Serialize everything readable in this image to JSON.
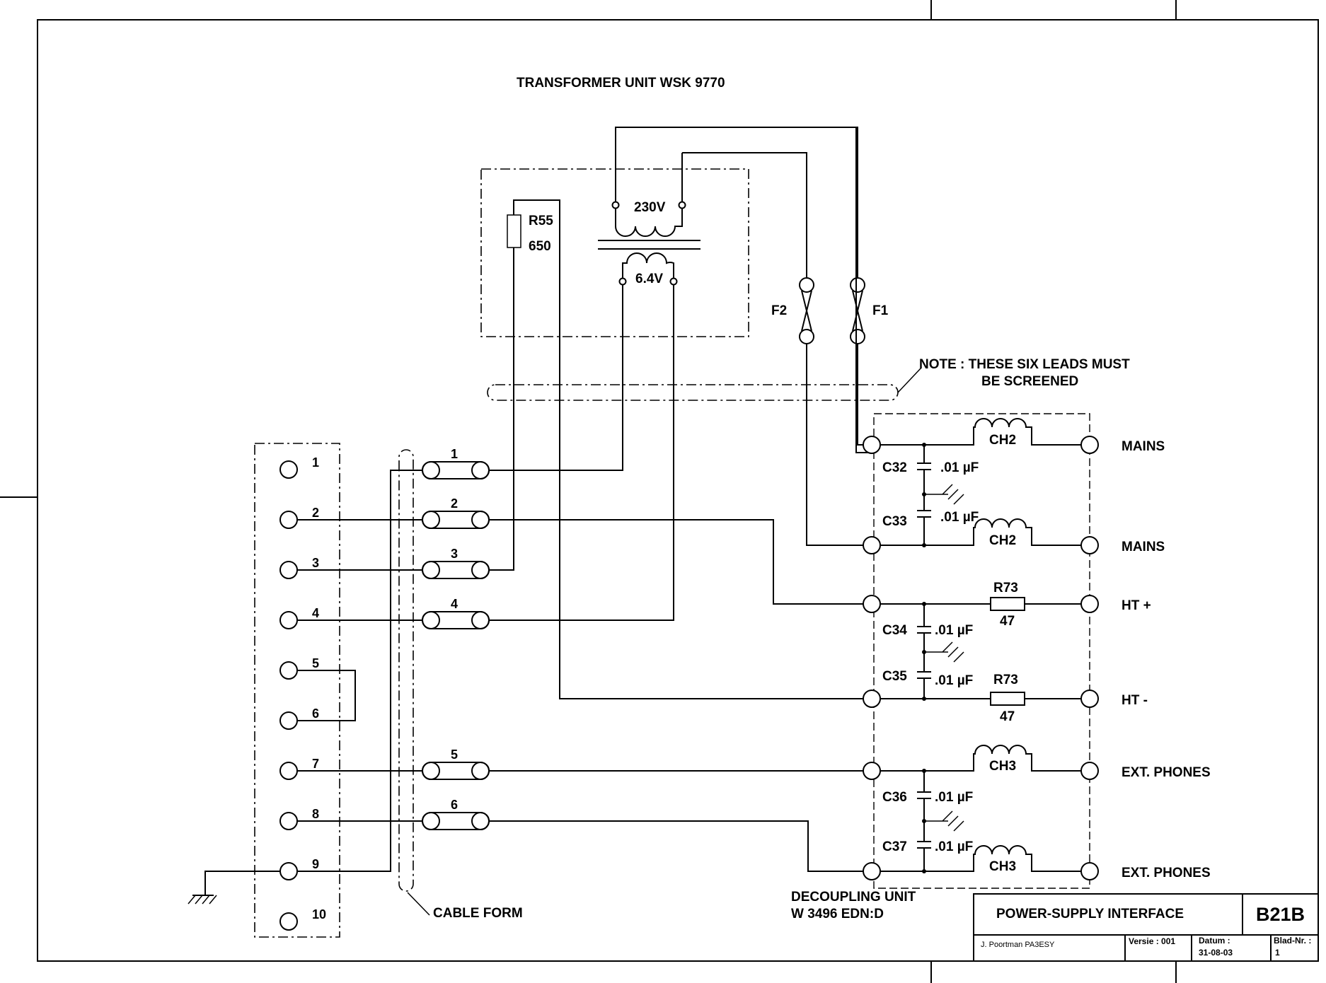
{
  "title": "TRANSFORMER UNIT WSK 9770",
  "transformer": {
    "primary_label": "230V",
    "secondary_label": "6.4V",
    "resistor_name": "R55",
    "resistor_value": "650"
  },
  "fuses": [
    "F2",
    "F1"
  ],
  "note": {
    "line1": "NOTE :  THESE SIX LEADS MUST",
    "line2": "BE SCREENED"
  },
  "connector_pins": [
    "1",
    "2",
    "3",
    "4",
    "5",
    "6",
    "7",
    "8",
    "9",
    "10"
  ],
  "cable_leads": [
    "1",
    "2",
    "3",
    "4",
    "5",
    "6"
  ],
  "cable_form_label": "CABLE FORM",
  "decoupling_unit": {
    "line1": "DECOUPLING UNIT",
    "line2": "W 3496 EDN:D"
  },
  "components": {
    "chokes": [
      "CH2",
      "CH2",
      "CH3",
      "CH3"
    ],
    "capacitors": [
      {
        "name": "C32",
        "value": ".01 µF"
      },
      {
        "name": "C33",
        "value": ".01 µF"
      },
      {
        "name": "C34",
        "value": ".01 µF"
      },
      {
        "name": "C35",
        "value": ".01 µF"
      },
      {
        "name": "C36",
        "value": ".01 µF"
      },
      {
        "name": "C37",
        "value": ".01 µF"
      }
    ],
    "resistors": [
      {
        "name": "R73",
        "value": "47"
      },
      {
        "name": "R73",
        "value": "47"
      }
    ]
  },
  "outputs": [
    "MAINS",
    "MAINS",
    "HT +",
    "HT -",
    "EXT. PHONES",
    "EXT. PHONES"
  ],
  "title_block": {
    "title": "POWER-SUPPLY INTERFACE",
    "code": "B21B",
    "author": "J. Poortman   PA3ESY",
    "version": "Versie : 001",
    "date_label": "Datum :",
    "date": "31-08-03",
    "sheet_label": "Blad-Nr. :",
    "sheet": "1"
  }
}
